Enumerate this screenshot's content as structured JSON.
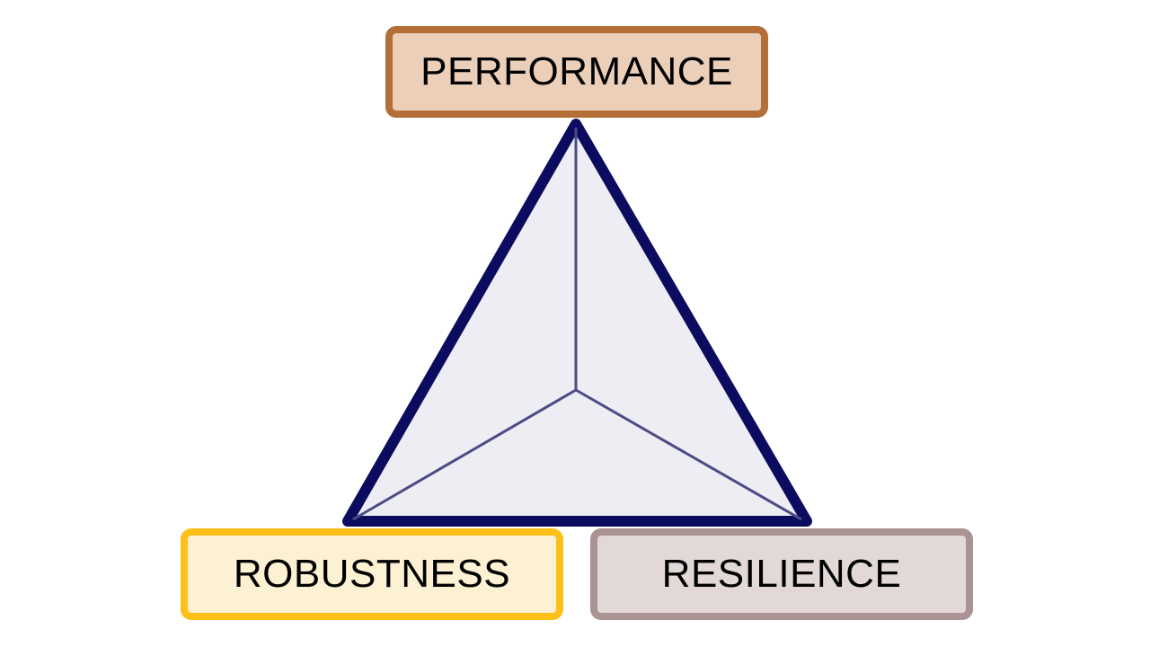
{
  "labels": {
    "performance": {
      "text": "PERFORMANCE",
      "fill": "#eccfb9",
      "border": "#b46e37"
    },
    "robustness": {
      "text": "ROBUSTNESS",
      "fill": "#fdf1d4",
      "border": "#fdbf18"
    },
    "resilience": {
      "text": "RESILIENCE",
      "fill": "#e2d8d8",
      "border": "#ab9393"
    }
  },
  "triangle": {
    "fill": "#eeedf3",
    "stroke": "#0b0b60",
    "inner_line": "#4b4b85"
  }
}
